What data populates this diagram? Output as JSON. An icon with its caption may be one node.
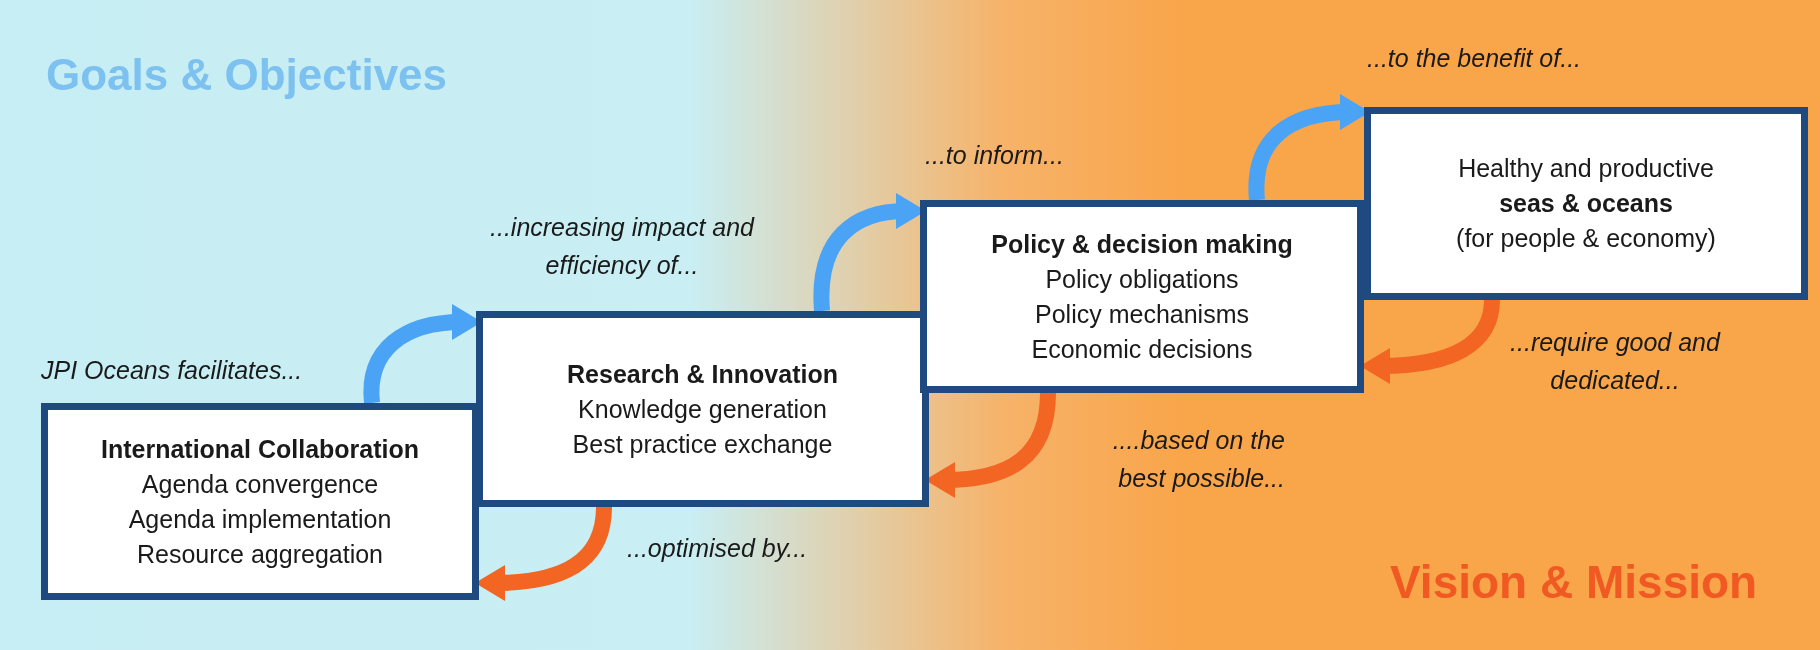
{
  "diagram": {
    "nodes": [
      {
        "text": [
          "International Collaboration",
          "Agenda convergence",
          "Agenda implementation",
          "Resource aggregation"
        ]
      },
      {
        "text": [
          "Research & Innovation",
          "Knowledge generation",
          "Best practice exchange"
        ]
      },
      {
        "text": [
          "Policy & decision making",
          "Policy obligations",
          "Policy mechanisms",
          "Economic decisions"
        ]
      },
      {
        "text": [
          "Healthy and productive",
          "seas & oceans",
          "(for people & economy)"
        ]
      }
    ],
    "edges": [
      {
        "from": 0,
        "to": 1,
        "arrow": "to"
      },
      {
        "from": 1,
        "to": 2,
        "arrow": "to"
      },
      {
        "from": 2,
        "to": 3,
        "arrow": "to"
      },
      {
        "from": 3,
        "to": 2,
        "arrow": "to",
        "color": "#f26522"
      },
      {
        "from": 2,
        "to": 1,
        "arrow": "to",
        "color": "#f26522"
      },
      {
        "from": 1,
        "to": 0,
        "arrow": "to",
        "color": "#f26522"
      }
    ],
    "labels": [
      "Goals & Objectives",
      "...to the benefit of...",
      "...to inform...",
      "...increasing impact and efficiency of...",
      "JPI Oceans facilitates...",
      "...require good and dedicated...",
      "....based on the best possible...",
      "...optimised by...",
      "Vision & Mission"
    ]
  }
}
